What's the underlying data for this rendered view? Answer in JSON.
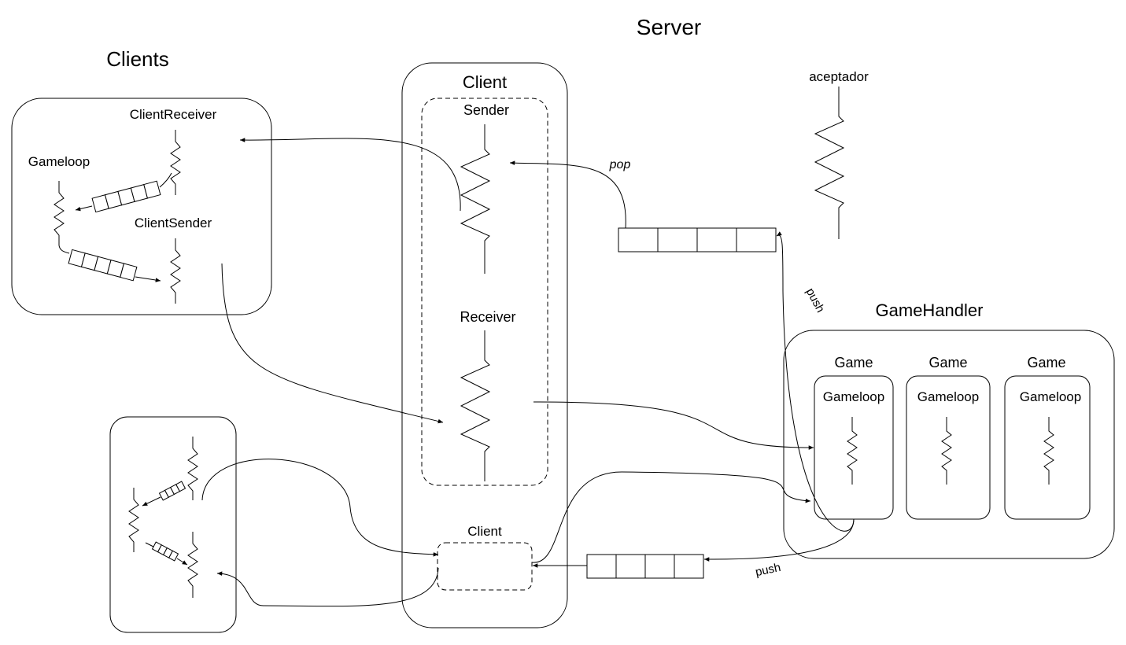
{
  "labels": {
    "server_title": "Server",
    "clients_title": "Clients",
    "client_title": "Client",
    "sender": "Sender",
    "receiver": "Receiver",
    "client_small": "Client",
    "aceptador": "aceptador",
    "gamehandler": "GameHandler",
    "client_receiver": "ClientReceiver",
    "gameloop": "Gameloop",
    "client_sender": "ClientSender",
    "pop": "pop",
    "push_top": "push",
    "push_bottom": "push"
  },
  "games": [
    {
      "title": "Game",
      "loop": "Gameloop"
    },
    {
      "title": "Game",
      "loop": "Gameloop"
    },
    {
      "title": "Game",
      "loop": "Gameloop"
    }
  ]
}
